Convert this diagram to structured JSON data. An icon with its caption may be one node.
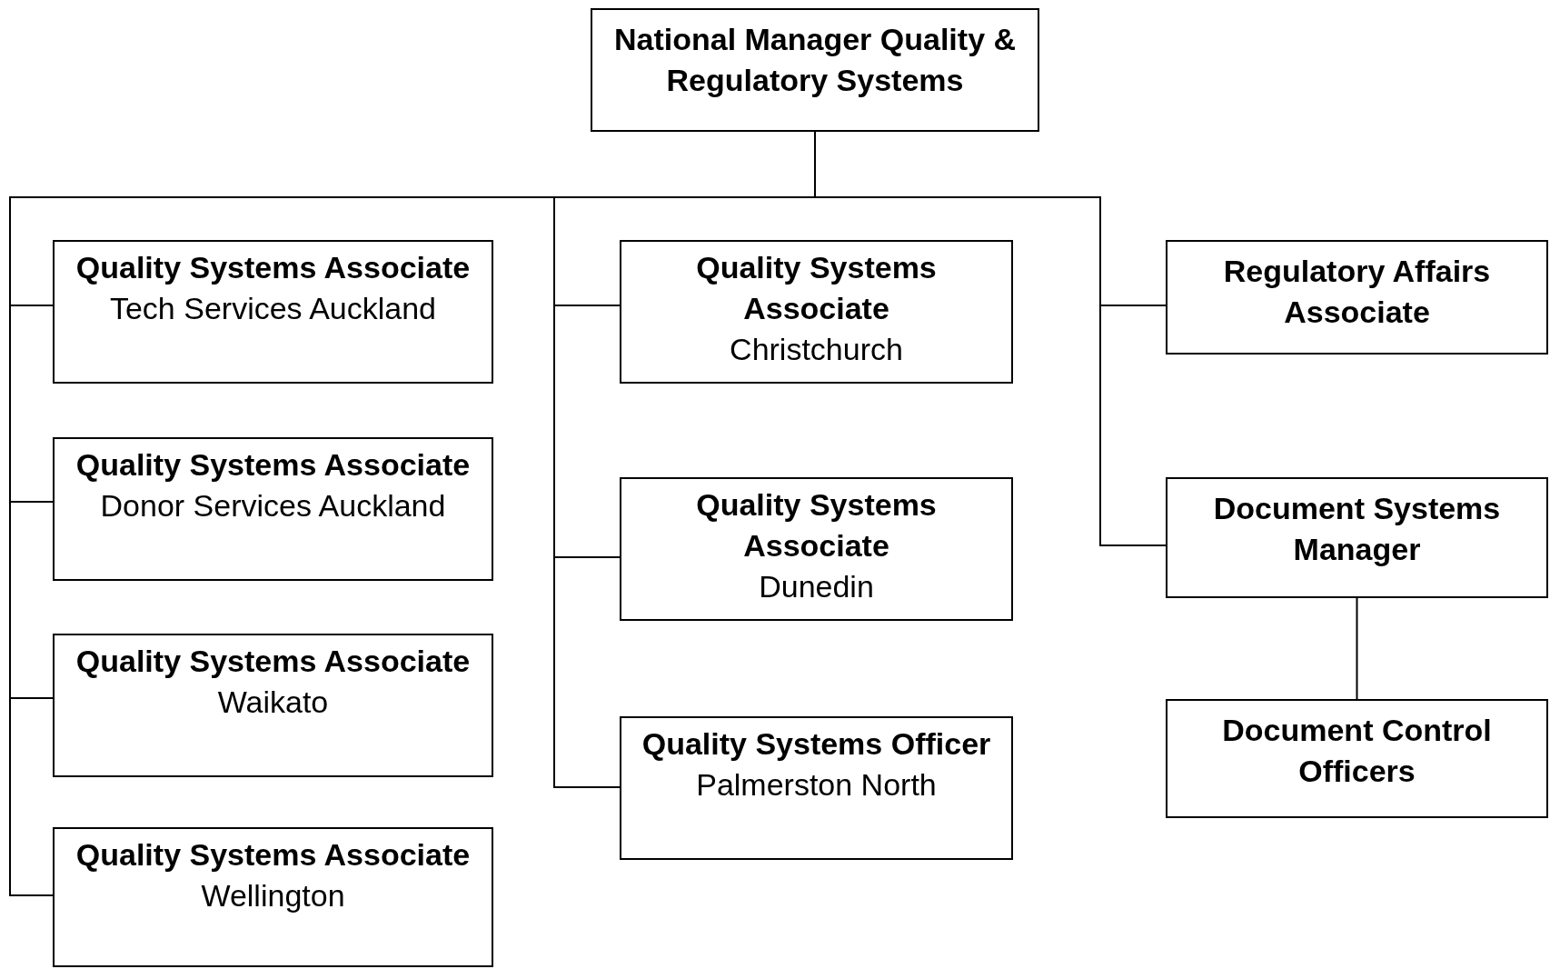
{
  "diagram": {
    "nodes": [
      {
        "text": [
          "National Manager Quality & Regulatory Systems"
        ]
      },
      {
        "text": [
          "Quality Systems Associate",
          "Tech Services Auckland"
        ]
      },
      {
        "text": [
          "Quality Systems Associate",
          "Donor Services Auckland"
        ]
      },
      {
        "text": [
          "Quality Systems Associate",
          "Waikato"
        ]
      },
      {
        "text": [
          "Quality Systems Associate",
          "Wellington"
        ]
      },
      {
        "text": [
          "Quality Systems Associate",
          "Christchurch"
        ]
      },
      {
        "text": [
          "Quality Systems Associate",
          "Dunedin"
        ]
      },
      {
        "text": [
          "Quality Systems Officer",
          "Palmerston North"
        ]
      },
      {
        "text": [
          "Regulatory Affairs Associate"
        ]
      },
      {
        "text": [
          "Document Systems Manager"
        ]
      },
      {
        "text": [
          "Document Control Officers"
        ]
      }
    ],
    "edges": [
      {
        "from": 0,
        "to": 1,
        "arrow": "none"
      },
      {
        "from": 0,
        "to": 2,
        "arrow": "none"
      },
      {
        "from": 0,
        "to": 3,
        "arrow": "none"
      },
      {
        "from": 0,
        "to": 4,
        "arrow": "none"
      },
      {
        "from": 0,
        "to": 5,
        "arrow": "none"
      },
      {
        "from": 0,
        "to": 6,
        "arrow": "none"
      },
      {
        "from": 0,
        "to": 7,
        "arrow": "none"
      },
      {
        "from": 0,
        "to": 8,
        "arrow": "none"
      },
      {
        "from": 0,
        "to": 9,
        "arrow": "none"
      },
      {
        "from": 9,
        "to": 10,
        "arrow": "none"
      }
    ]
  }
}
